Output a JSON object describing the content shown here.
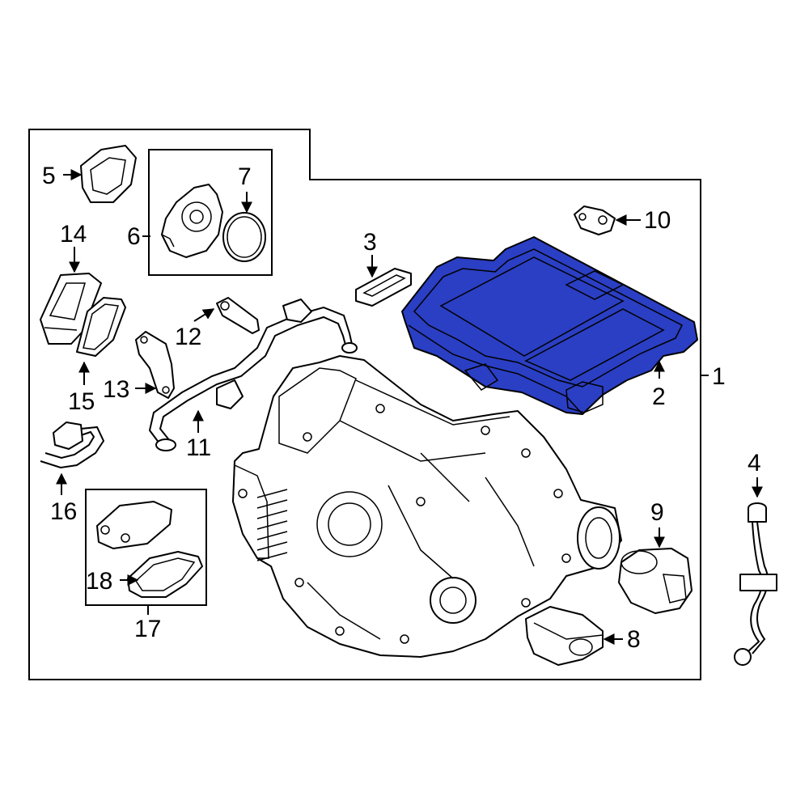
{
  "diagram": {
    "highlight_color": "#2a3fc4",
    "callouts": {
      "c1": "1",
      "c2": "2",
      "c3": "3",
      "c4": "4",
      "c5": "5",
      "c6": "6",
      "c7": "7",
      "c8": "8",
      "c9": "9",
      "c10": "10",
      "c11": "11",
      "c12": "12",
      "c13": "13",
      "c14": "14",
      "c15": "15",
      "c16": "16",
      "c17": "17",
      "c18": "18"
    },
    "highlighted_part": "2"
  }
}
